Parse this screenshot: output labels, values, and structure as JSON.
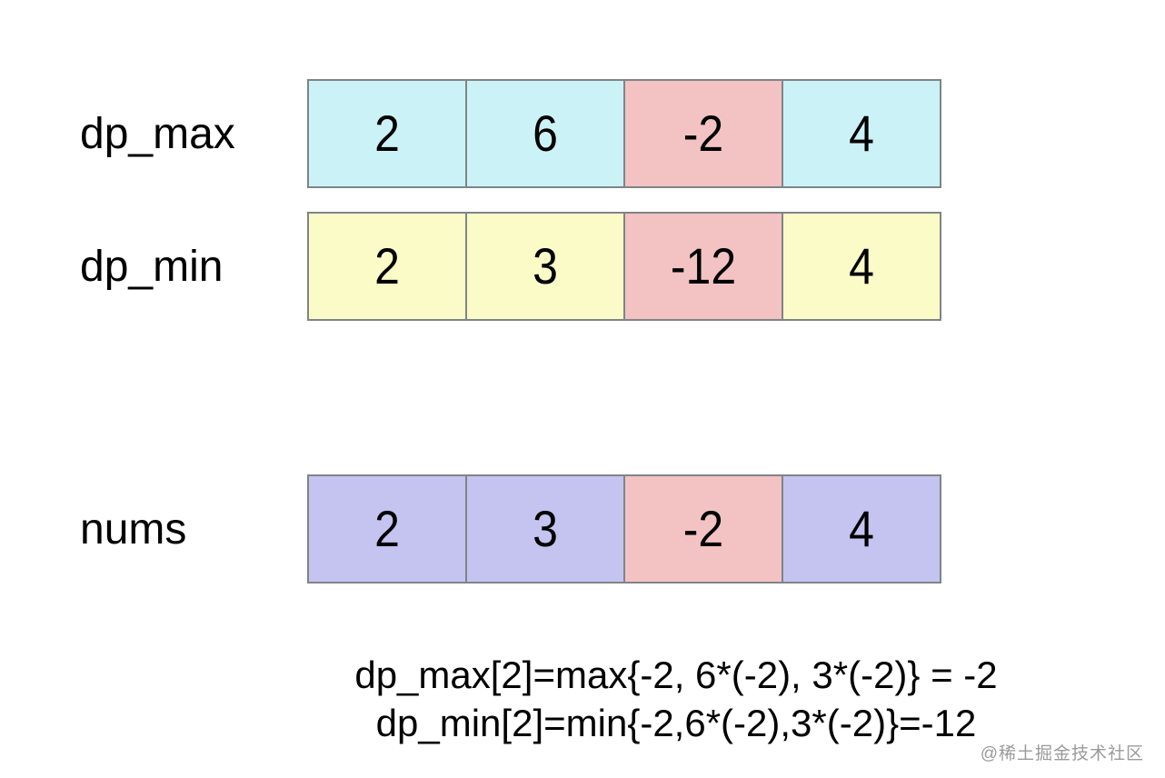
{
  "diagram": {
    "rows": [
      {
        "label": "dp_max",
        "cells": [
          {
            "value": "2",
            "bg": "#cbf3f7",
            "highlight": false
          },
          {
            "value": "6",
            "bg": "#cbf3f7",
            "highlight": false
          },
          {
            "value": "-2",
            "bg": "#f2c3c2",
            "highlight": true
          },
          {
            "value": "4",
            "bg": "#cbf3f7",
            "highlight": false
          }
        ]
      },
      {
        "label": "dp_min",
        "cells": [
          {
            "value": "2",
            "bg": "#fbfbc8",
            "highlight": false
          },
          {
            "value": "3",
            "bg": "#fbfbc8",
            "highlight": false
          },
          {
            "value": "-12",
            "bg": "#f2c3c2",
            "highlight": true
          },
          {
            "value": "4",
            "bg": "#fbfbc8",
            "highlight": false
          }
        ]
      },
      {
        "label": "nums",
        "cells": [
          {
            "value": "2",
            "bg": "#c5c3f0",
            "highlight": false
          },
          {
            "value": "3",
            "bg": "#c5c3f0",
            "highlight": false
          },
          {
            "value": "-2",
            "bg": "#f2c3c2",
            "highlight": true
          },
          {
            "value": "4",
            "bg": "#c5c3f0",
            "highlight": false
          }
        ]
      }
    ],
    "formulas": [
      "dp_max[2]=max{-2, 6*(-2), 3*(-2)} = -2",
      "dp_min[2]=min{-2,6*(-2),3*(-2)}=-12"
    ],
    "colors": {
      "border": "#7f8487",
      "text": "#000000",
      "dp_max_cell": "#cbf3f7",
      "dp_min_cell": "#fbfbc8",
      "nums_cell": "#c5c3f0",
      "highlight_cell": "#f2c3c2",
      "watermark": "#9a9a9a",
      "background": "#ffffff"
    },
    "watermark": "@稀土掘金技术社区"
  }
}
